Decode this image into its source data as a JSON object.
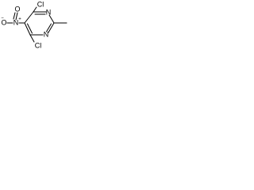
{
  "molecule": {
    "labels": {
      "cl_top": "Cl",
      "cl_bottom": "Cl",
      "n_ring_right": "N",
      "n_ring_bottom": "N",
      "nitro_n": "N",
      "nitro_o_left": "O",
      "nitro_o_top": "O",
      "nitro_charge_n": "+",
      "nitro_charge_o": "−"
    },
    "colors": {
      "bond": "#000000",
      "text": "#000000",
      "background": "#ffffff"
    }
  }
}
